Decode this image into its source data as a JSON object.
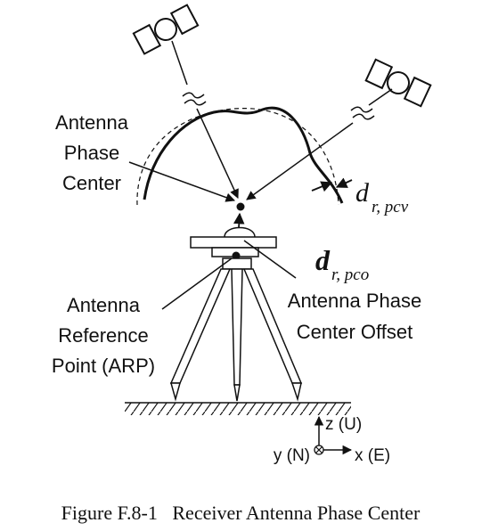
{
  "labels": {
    "apc": [
      "Antenna",
      "Phase",
      "Center"
    ],
    "arp": [
      "Antenna",
      "Reference",
      "Point (ARP)"
    ],
    "pco": [
      "Antenna Phase",
      "Center Offset"
    ]
  },
  "symbols": {
    "pcv_main": "d",
    "pcv_sub": "r, pcv",
    "pco_main": "d",
    "pco_sub": "r, pco"
  },
  "axes": {
    "z": "z (U)",
    "y": "y (N)",
    "x": "x (E)"
  },
  "caption": "Figure F.8-1   Receiver Antenna Phase Center"
}
